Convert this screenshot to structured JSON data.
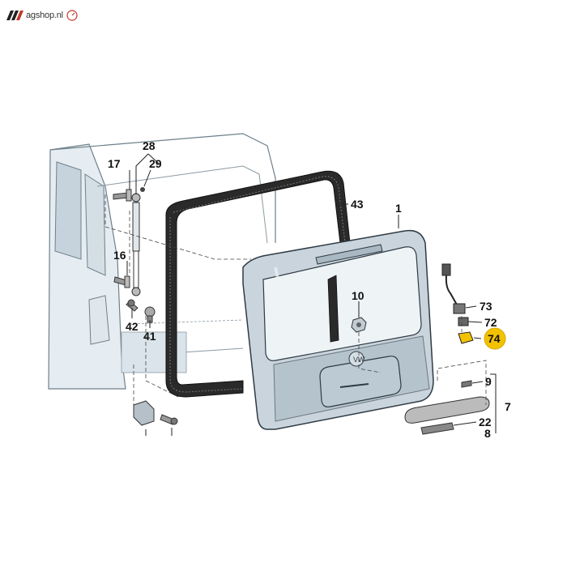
{
  "header": {
    "logo_text": "agshop.nl",
    "logo_icon": "vagshop-logo-icon",
    "gauge_icon": "speedometer-icon"
  },
  "colors": {
    "highlight": "#f2c200",
    "panel_fill": "#c9d4dc",
    "panel_shade": "#a9b8c3",
    "van_fill": "#e6edf2",
    "seal": "#2a2a2a"
  },
  "diagram": {
    "part_labels": {
      "p1": "1",
      "p7": "7",
      "p8": "8",
      "p9": "9",
      "p10": "10",
      "p16": "16",
      "p17": "17",
      "p22": "22",
      "p28": "28",
      "p29": "29",
      "p41": "41",
      "p42": "42",
      "p43": "43",
      "p72": "72",
      "p73": "73",
      "p74": "74"
    },
    "highlighted_part": "74"
  }
}
